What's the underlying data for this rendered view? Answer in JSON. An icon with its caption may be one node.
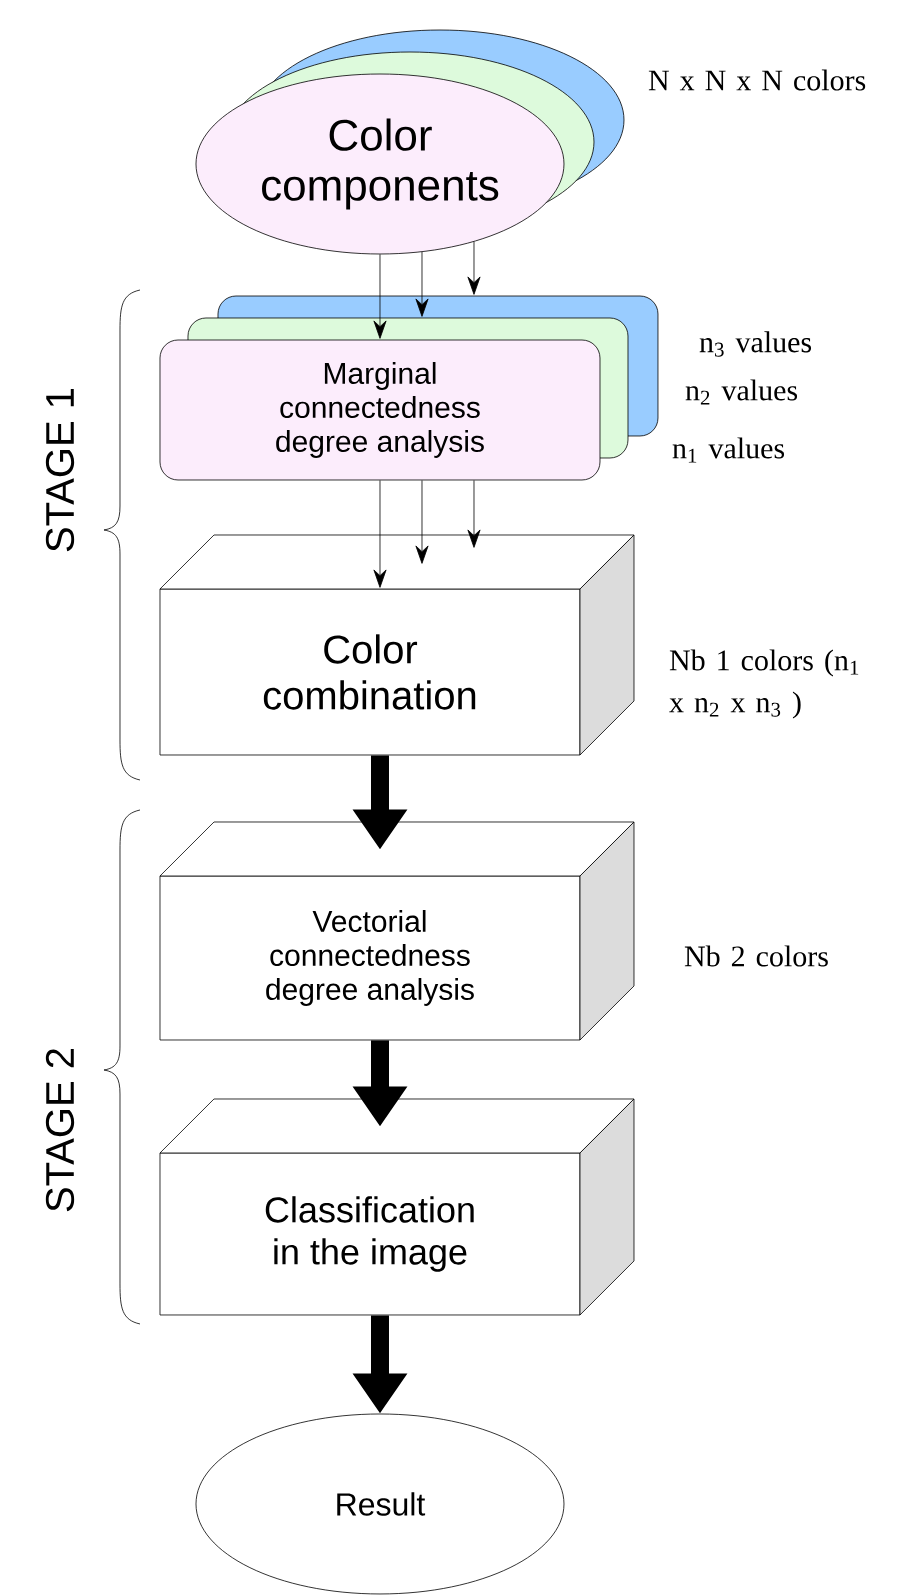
{
  "diagram": {
    "nodes": [
      {
        "text": [
          "Color components"
        ],
        "beside": [
          "N x N x N colors"
        ]
      },
      {
        "text": [
          "Marginal connectedness degree analysis"
        ],
        "beside": [
          "n$_{3}$ values",
          "n$_{2}$ values",
          "n$_{1}$ values"
        ]
      },
      {
        "text": [
          "Color combination"
        ],
        "beside": [
          "Nb 1 colors (n$_{1}$ x n$_{2}$ x n$_{3}$ )"
        ]
      },
      {
        "text": [
          "Vectorial connectedness degree analysis"
        ],
        "beside": [
          "Nb 2 colors"
        ]
      },
      {
        "text": [
          "Classification in the image"
        ]
      },
      {
        "text": [
          "Result"
        ]
      }
    ],
    "edges": [
      {
        "from": 0,
        "to": 1,
        "arrow": "to"
      },
      {
        "from": 0,
        "to": 1,
        "arrow": "to"
      },
      {
        "from": 0,
        "to": 1,
        "arrow": "to"
      },
      {
        "from": 1,
        "to": 2,
        "arrow": "to"
      },
      {
        "from": 1,
        "to": 2,
        "arrow": "to"
      },
      {
        "from": 1,
        "to": 2,
        "arrow": "to"
      },
      {
        "from": 2,
        "to": 3,
        "arrow": "to",
        "style": "thick"
      },
      {
        "from": 3,
        "to": 4,
        "arrow": "to",
        "style": "thick"
      },
      {
        "from": 4,
        "to": 5,
        "arrow": "to",
        "style": "thick"
      }
    ],
    "labels": [
      "STAGE 1",
      "STAGE 2"
    ]
  }
}
